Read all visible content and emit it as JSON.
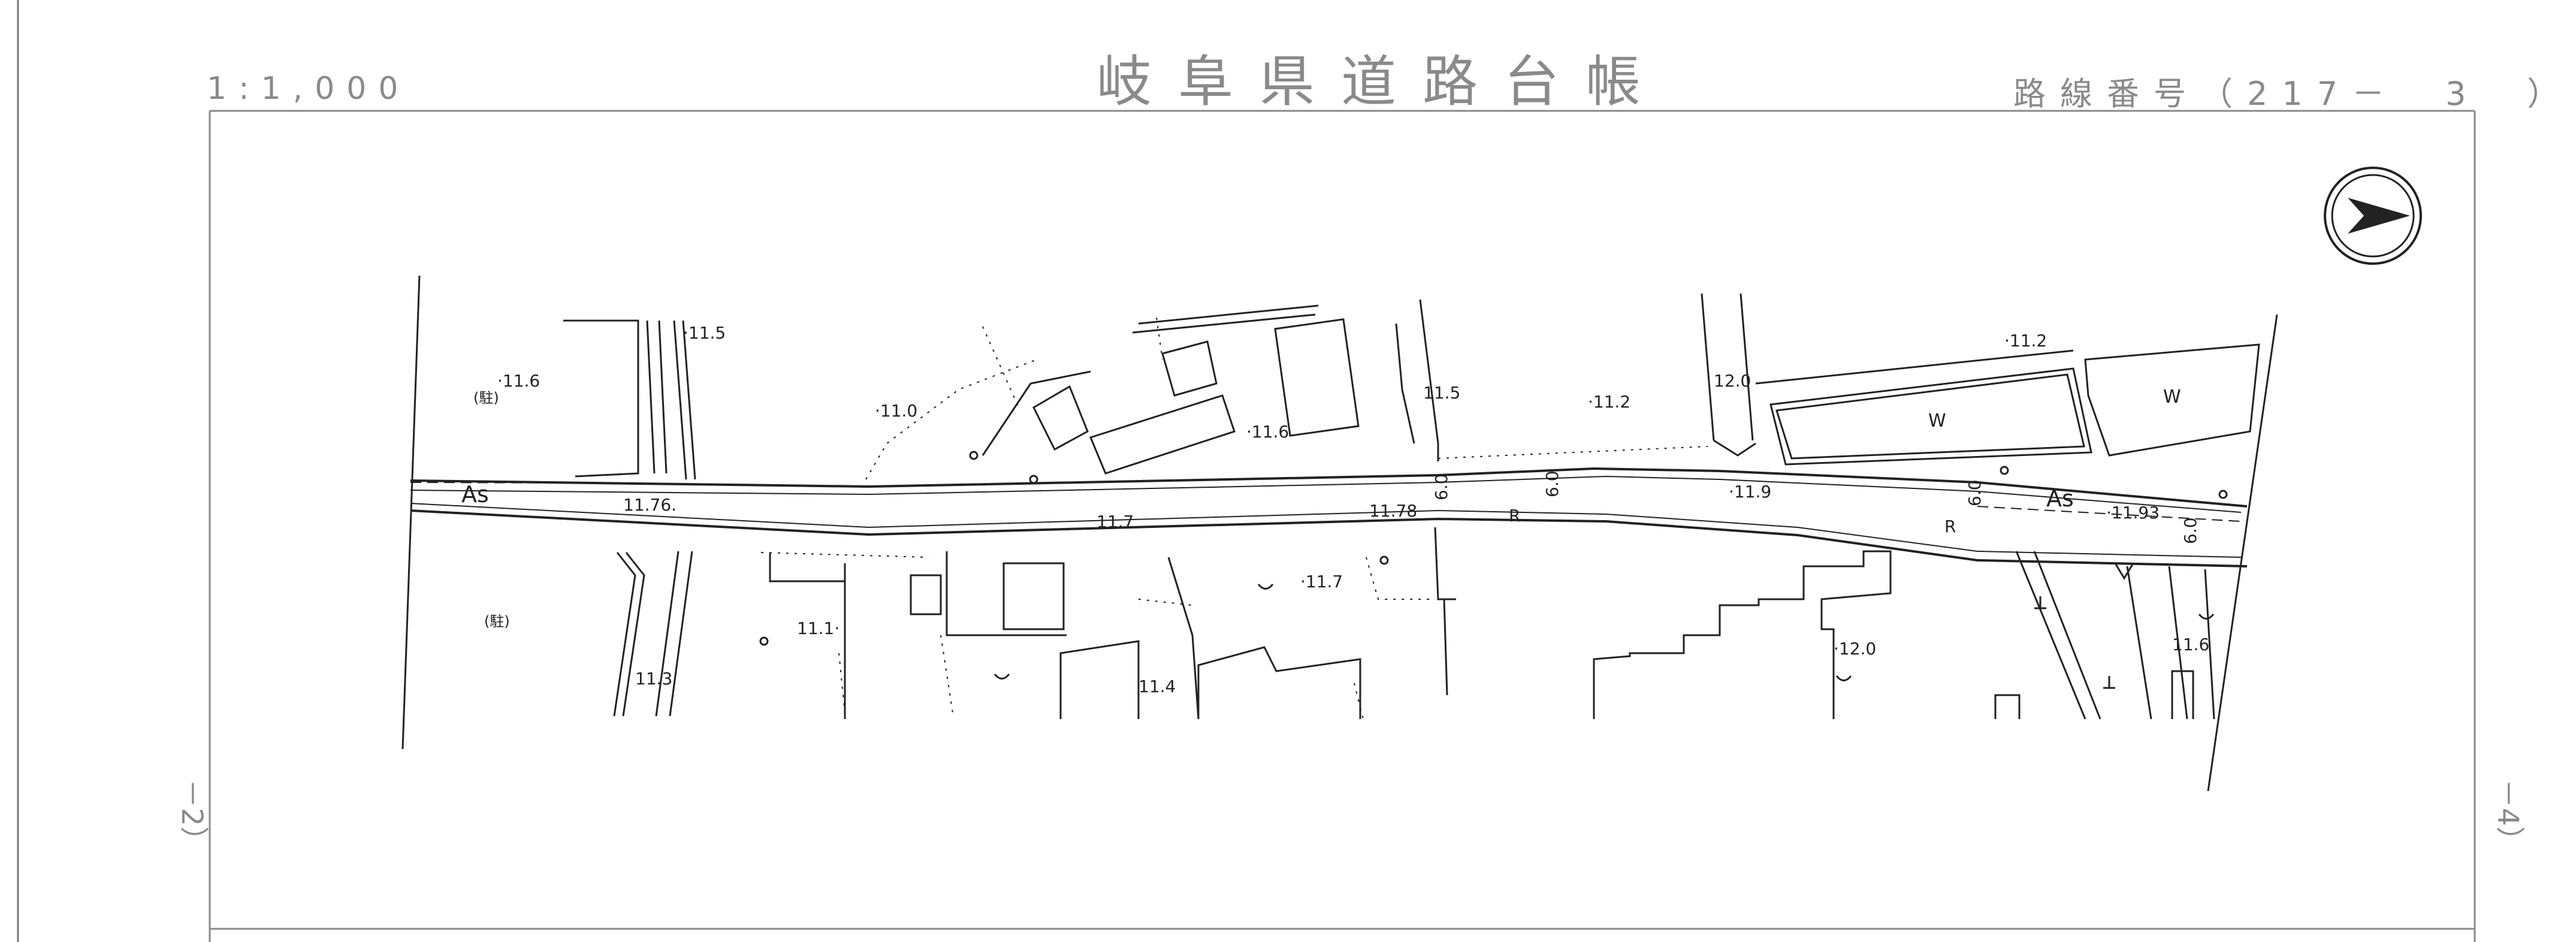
{
  "header": {
    "title": "岐阜県道路台帳",
    "scale": "1:1,000",
    "route_number": "路線番号（217－　3　）"
  },
  "adjacent_sheets": {
    "left": "－2）",
    "right": "－4）"
  },
  "map_labels": {
    "as_left": "As",
    "as_right": "As",
    "e_11_6_a": "·11.6",
    "e_11_5_a": "·11.5",
    "e_11_0": "·11.0",
    "e_11_6_b": "·11.6",
    "e_11_5_b": "11.5",
    "e_11_2_a": "·11.2",
    "e_12_0_a": "12.0",
    "e_11_2_b": "·11.2",
    "e_11_76": "11.76.",
    "e_11_7_a": "11.7",
    "e_11_78": "11.78",
    "e_11_9": "·11.9",
    "e_11_93": "·11.93",
    "e_11_1": "11.1·",
    "e_11_3": "11.3",
    "e_11_4": "11.4",
    "e_11_7_b": "·11.7",
    "e_12_0_b": "·12.0",
    "e_11_6_c": "11.6",
    "width_1": "6.0",
    "width_2": "6.0",
    "width_3": "6.0",
    "width_4": "6.0",
    "r_1": "R",
    "r_2": "R",
    "parking_1": "(駐)",
    "parking_2": "(駐)",
    "w_1": "W",
    "w_2": "W"
  },
  "colors": {
    "line": "#222222",
    "frame": "#8a8a8a"
  }
}
